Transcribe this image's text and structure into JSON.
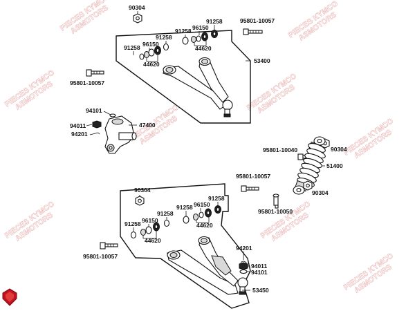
{
  "watermark": {
    "line1": "PIECES KYMCO",
    "line2": "ASMOTORS"
  },
  "upper_arm": {
    "nut_top": "90304",
    "bolt_top": "95801-10057",
    "bolt_left": "95801-10057",
    "washer_left": "91258",
    "spacer_left": "96150",
    "bushing_left": "44620",
    "washer_mid": "91258",
    "washer_right_a": "91258",
    "spacer_right": "96150",
    "washer_right_b": "91258",
    "bushing_right": "44620",
    "assembly": "53400"
  },
  "knuckle": {
    "washer": "94101",
    "nut": "94011",
    "pin": "94201",
    "assembly": "47400"
  },
  "shock": {
    "bolt_top": "95801-10040",
    "nut_top": "90304",
    "assembly": "51400",
    "nut_bottom": "90304",
    "bolt_bottom": "95801-10050"
  },
  "lower_arm": {
    "bolt_top": "95801-10057",
    "nut_top": "90304",
    "washer_left": "91258",
    "spacer_left": "96150",
    "bushing_left": "44620",
    "washer_mid": "91258",
    "washer_right_a": "91258",
    "spacer_right": "96150",
    "washer_right_b": "91258",
    "bushing_right": "44620",
    "bolt_left": "95801-10057",
    "pin": "94201",
    "nut": "94011",
    "washer": "94101",
    "assembly": "53450"
  }
}
